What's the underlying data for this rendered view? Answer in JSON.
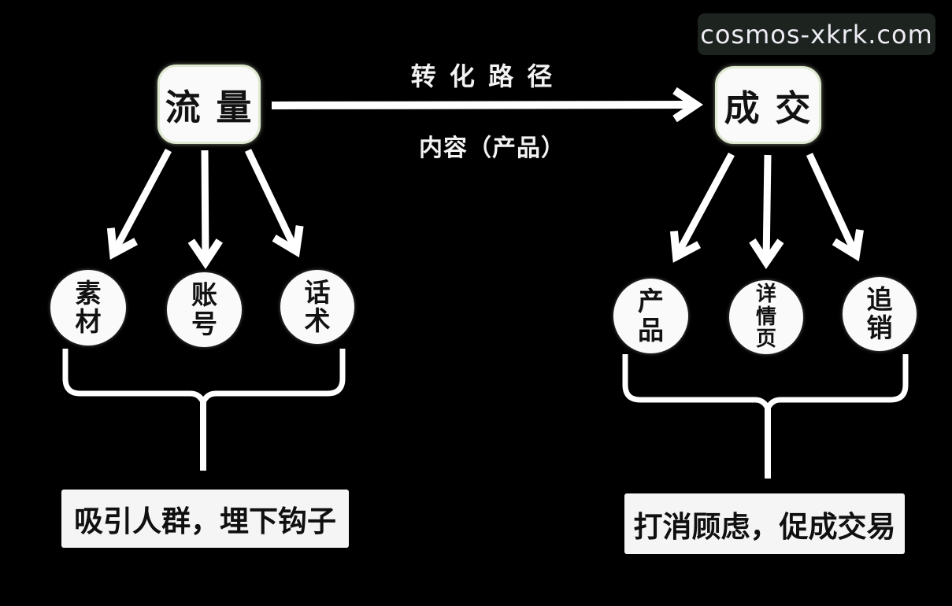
{
  "watermark": {
    "text": "cosmos-xkrk.com"
  },
  "diagram": {
    "source": {
      "label": "流 量"
    },
    "target": {
      "label": "成 交"
    },
    "edge": {
      "label_top": "转 化 路 径",
      "label_bottom": "内容（产品）"
    },
    "source_branches": [
      {
        "label": "素\n材"
      },
      {
        "label": "账\n号"
      },
      {
        "label": "话\n术"
      }
    ],
    "target_branches": [
      {
        "label": "产\n品"
      },
      {
        "label": "详\n情\n页"
      },
      {
        "label": "追\n销"
      }
    ],
    "source_summary": "吸引人群，埋下钩子",
    "target_summary": "打消顾虑，促成交易"
  },
  "colors": {
    "background": "#000000",
    "shape_fill": "#fafafa",
    "shape_text": "#121212",
    "connector": "#ffffff",
    "node_border": "#dfe9d0",
    "label_text": "#f2f2f2",
    "watermark_bg": "#1d231e",
    "watermark_text": "#edecf4"
  }
}
